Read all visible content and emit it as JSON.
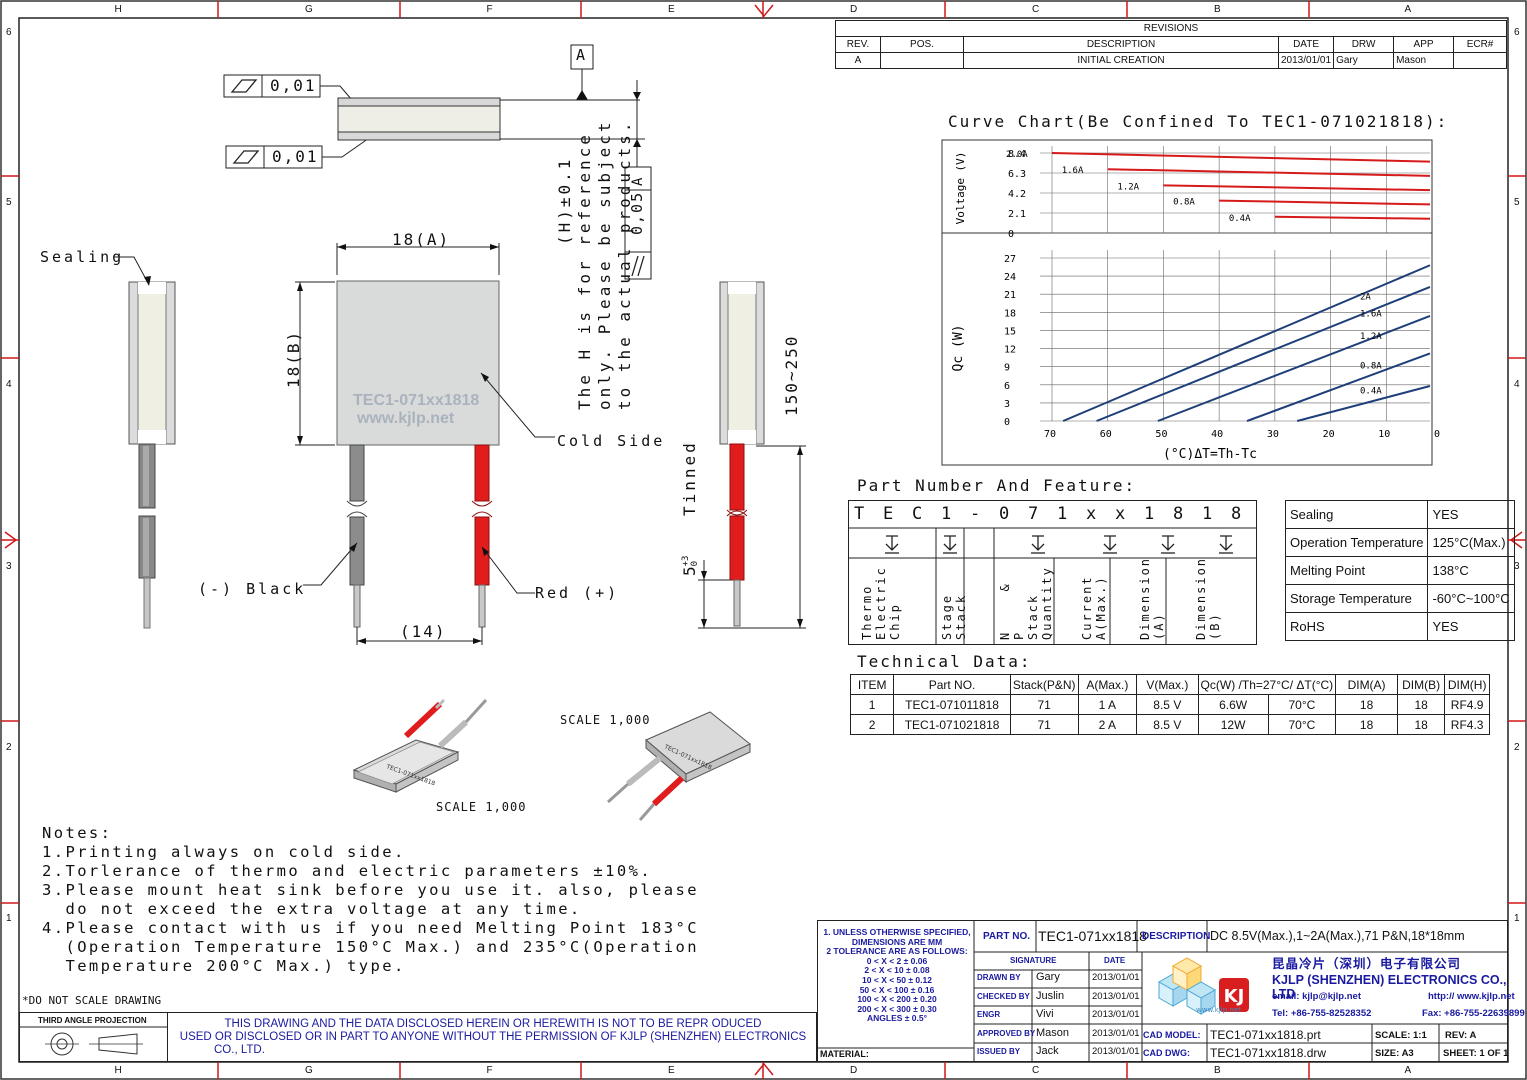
{
  "zones": {
    "columns": [
      "H",
      "G",
      "F",
      "E",
      "D",
      "C",
      "B",
      "A"
    ],
    "rows": [
      "6",
      "5",
      "4",
      "3",
      "2",
      "1"
    ]
  },
  "revisions": {
    "title": "REVISIONS",
    "headers": [
      "REV.",
      "POS.",
      "DESCRIPTION",
      "DATE",
      "DRW",
      "APP",
      "ECR#"
    ],
    "row": [
      "A",
      "",
      "INITIAL CREATION",
      "2013/01/01",
      "Gary",
      "Mason",
      ""
    ]
  },
  "datum_label": "A",
  "flatness_1": "0,01",
  "flatness_2": "0,01",
  "parallelism": {
    "tol": "0,05",
    "datum": "A"
  },
  "h_note": [
    "(H)±0.1",
    "The H is for reference",
    "only. Please be subject",
    "to the actual products."
  ],
  "dims": {
    "width_a": "18(A)",
    "height_b": "18(B)",
    "pitch": "(14)",
    "wire_len": "150~250",
    "tinned": "Tinned",
    "tin_len": "5",
    "tin_tol_up": "+3",
    "tin_tol_dn": "0"
  },
  "callouts": {
    "sealing": "Sealing",
    "cold_side": "Cold Side",
    "black": "(-) Black",
    "red": "Red (+)"
  },
  "module_print": [
    "TEC1-071xx1818",
    "www.kjlp.net"
  ],
  "scale_1": "SCALE  1,000",
  "scale_2": "SCALE  1,000",
  "curve_title": "Curve Chart(Be Confined To TEC1-071021818):",
  "chart_data": [
    {
      "type": "line",
      "ylabel": "Voltage (V)",
      "yticks": [
        "8.4",
        "6.3",
        "4.2",
        "2.1",
        "0"
      ],
      "series": [
        {
          "name": "2.0A",
          "values": [
            8.4,
            7.5
          ]
        },
        {
          "name": "1.6A",
          "values": [
            6.7,
            6.0
          ]
        },
        {
          "name": "1.2A",
          "values": [
            5.0,
            4.5
          ]
        },
        {
          "name": "0.8A",
          "values": [
            3.4,
            3.0
          ]
        },
        {
          "name": "0.4A",
          "values": [
            1.7,
            1.5
          ]
        }
      ],
      "series_start_dt": [
        70,
        60,
        50,
        40,
        30
      ],
      "ylim": [
        0,
        8.4
      ],
      "color": "#d61a1a"
    },
    {
      "type": "line",
      "ylabel": "Qc (W)",
      "xlabel": "(°C)ΔT=Th-Tc",
      "xticks": [
        "70",
        "60",
        "50",
        "40",
        "30",
        "20",
        "10",
        "0"
      ],
      "yticks": [
        "27",
        "24",
        "21",
        "18",
        "15",
        "12",
        "9",
        "6",
        "3",
        "0"
      ],
      "series": [
        {
          "name": "2A",
          "x": [
            68,
            0
          ],
          "y": [
            0,
            25.8
          ]
        },
        {
          "name": "1.6A",
          "x": [
            62,
            0
          ],
          "y": [
            0,
            22.2
          ]
        },
        {
          "name": "1.2A",
          "x": [
            51,
            0
          ],
          "y": [
            0,
            17.4
          ]
        },
        {
          "name": "0.8A",
          "x": [
            35,
            0
          ],
          "y": [
            0,
            11.2
          ]
        },
        {
          "name": "0.4A",
          "x": [
            26,
            0
          ],
          "y": [
            0,
            5.8
          ]
        }
      ],
      "xlim": [
        70,
        0
      ],
      "ylim": [
        0,
        27
      ],
      "color": "#1f3f7a"
    }
  ],
  "part_number": {
    "title": "Part Number And Feature:",
    "letters": [
      "T",
      "E",
      "C",
      "1",
      "-",
      "0",
      "7",
      "1",
      "x",
      "x",
      "1",
      "8",
      "1",
      "8"
    ],
    "groups": [
      "Thermo Electric Chip",
      "Stage Stack",
      "N & P Stack Quantity",
      "Current A(Max.)",
      "Dimension (A)",
      "Dimension (B)"
    ],
    "features": [
      [
        "Sealing",
        "YES"
      ],
      [
        "Operation Temperature",
        "125°C(Max.)"
      ],
      [
        "Melting Point",
        "138°C"
      ],
      [
        "Storage Temperature",
        "-60°C~100°C"
      ],
      [
        "RoHS",
        "YES"
      ]
    ]
  },
  "technical": {
    "title": "Technical Data:",
    "headers": [
      "ITEM",
      "Part NO.",
      "Stack(P&N)",
      "A(Max.)",
      "V(Max.)",
      "Qc(W) /Th=27°C/ ΔT(°C)",
      "DIM(A)",
      "DIM(B)",
      "DIM(H)"
    ],
    "rows": [
      [
        "1",
        "TEC1-071011818",
        "71",
        "1 A",
        "8.5 V",
        "6.6W",
        "70°C",
        "18",
        "18",
        "RF4.9"
      ],
      [
        "2",
        "TEC1-071021818",
        "71",
        "2 A",
        "8.5 V",
        "12W",
        "70°C",
        "18",
        "18",
        "RF4.3"
      ]
    ]
  },
  "notes": [
    "Notes:",
    "1.Printing always on cold side.",
    "2.Torlerance of thermo and electric parameters ±10%.",
    "3.Please mount heat sink before you use it. also, please",
    "  do not exceed the extra voltage at any time.",
    "4.Please contact with us if you need Melting Point 183°C",
    "  (Operation Temperature 150°C Max.) and 235°C(Operation",
    "  Temperature 200°C Max.) type."
  ],
  "do_not_scale": "*DO NOT SCALE DRAWING",
  "third_angle": "THIRD ANGLE PROJECTION",
  "disclaimer": [
    "THIS DRAWING AND THE DATA DISCLOSED HEREIN OR HEREWITH IS NOT TO BE REPR ODUCED",
    "USED OR DISCLOSED OR IN PART TO ANYONE WITHOUT THE PERMISSION OF KJLP (SHENZHEN) ELECTRONICS",
    "CO., LTD."
  ],
  "tolerance": [
    "1. UNLESS OTHERWISE SPECIFIED,",
    "DIMENSIONS ARE MM",
    "2 TOLERANCE ARE AS FOLLOWS:",
    "0 < X <   2  ± 0.06",
    "2 < X <  10  ± 0.08",
    "10 < X <  50  ± 0.12",
    "50 < X < 100  ± 0.16",
    "100 < X < 200  ± 0.20",
    "200 < X < 300  ± 0.30",
    "ANGLES ± 0.5°"
  ],
  "material": "MATERIAL:",
  "title_block": {
    "part_no_label": "PART NO.",
    "part_no": "TEC1-071xx1818",
    "desc_label": "DESCRIPTION",
    "description": "DC 8.5V(Max.),1~2A(Max.),71 P&N,18*18mm",
    "signature_label": "SIGNATURE",
    "date_label": "DATE",
    "sign_rows": [
      [
        "DRAWN BY",
        "Gary",
        "2013/01/01"
      ],
      [
        "CHECKED BY",
        "Juslin",
        "2013/01/01"
      ],
      [
        "ENGR",
        "Vivi",
        "2013/01/01"
      ],
      [
        "APPROVED BY",
        "Mason",
        "2013/01/01"
      ],
      [
        "ISSUED BY",
        "Jack",
        "2013/01/01"
      ]
    ],
    "company_cn": "昆晶冷片（深圳）电子有限公司",
    "company_en": "KJLP (SHENZHEN) ELECTRONICS CO., LTD",
    "email": "email: kjlp@kjlp.net",
    "web": "http:// www.kjlp.net",
    "tel": "Tel: +86-755-82528352",
    "fax": "Fax: +86-755-22639899",
    "logo_sub": "www.kjlp.net",
    "cad_model_label": "CAD MODEL:",
    "cad_model": "TEC1-071xx1818.prt",
    "cad_dwg_label": "CAD DWG:",
    "cad_dwg": "TEC1-071xx1818.drw",
    "scale": "SCALE: 1:1",
    "rev": "REV: A",
    "size": "SIZE: A3",
    "sheet": "SHEET: 1 OF 1"
  }
}
